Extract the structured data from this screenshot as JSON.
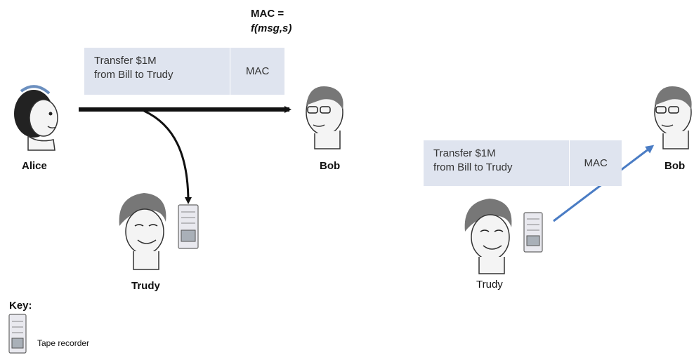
{
  "mac_formula": {
    "line1": "MAC =",
    "line2": "f(msg,s)"
  },
  "left_scene": {
    "message": {
      "line1": "Transfer $1M",
      "line2": "from Bill to Trudy",
      "mac_label": "MAC"
    },
    "alice_label": "Alice",
    "bob_label": "Bob",
    "trudy_label": "Trudy"
  },
  "right_scene": {
    "message": {
      "line1": "Transfer $1M",
      "line2": "from Bill to Trudy",
      "mac_label": "MAC"
    },
    "bob_label": "Bob",
    "trudy_label": "Trudy"
  },
  "key": {
    "title": "Key:",
    "tape_recorder_label": "Tape recorder"
  },
  "colors": {
    "message_box": "#dfe4ef",
    "arrow_black": "#111111",
    "arrow_blue": "#4a7cc4"
  }
}
